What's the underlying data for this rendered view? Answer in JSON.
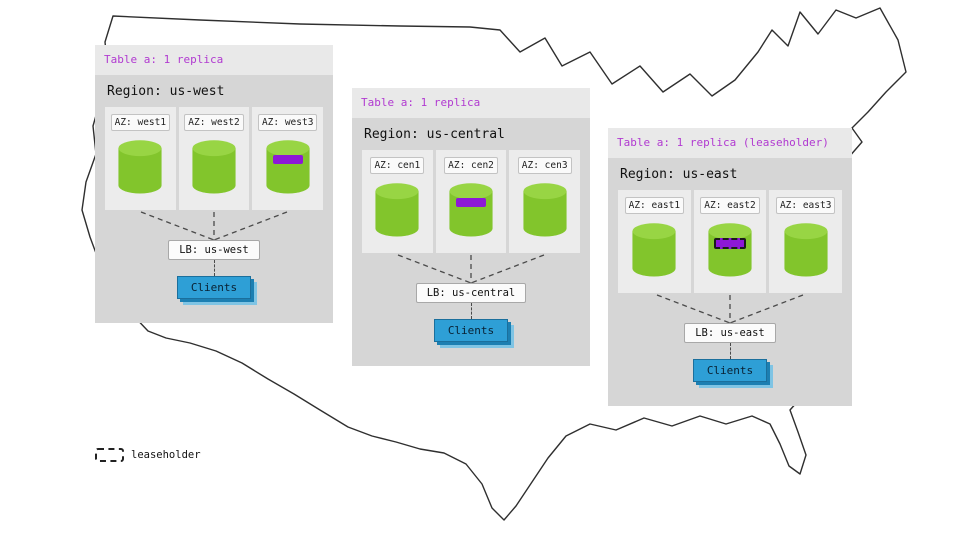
{
  "legend": {
    "label": "leaseholder"
  },
  "panels": [
    {
      "header": "Table a: 1 replica",
      "region_label": "Region: us-west",
      "azs": [
        {
          "label": "AZ: west1",
          "replica": false,
          "leaseholder": false
        },
        {
          "label": "AZ: west2",
          "replica": false,
          "leaseholder": false
        },
        {
          "label": "AZ: west3",
          "replica": true,
          "leaseholder": false
        }
      ],
      "lb_label": "LB: us-west",
      "clients_label": "Clients"
    },
    {
      "header": "Table a: 1 replica",
      "region_label": "Region: us-central",
      "azs": [
        {
          "label": "AZ: cen1",
          "replica": false,
          "leaseholder": false
        },
        {
          "label": "AZ: cen2",
          "replica": true,
          "leaseholder": false
        },
        {
          "label": "AZ: cen3",
          "replica": false,
          "leaseholder": false
        }
      ],
      "lb_label": "LB: us-central",
      "clients_label": "Clients"
    },
    {
      "header": "Table a: 1 replica (leaseholder)",
      "region_label": "Region: us-east",
      "azs": [
        {
          "label": "AZ: east1",
          "replica": false,
          "leaseholder": false
        },
        {
          "label": "AZ: east2",
          "replica": true,
          "leaseholder": true
        },
        {
          "label": "AZ: east3",
          "replica": false,
          "leaseholder": false
        }
      ],
      "lb_label": "LB: us-east",
      "clients_label": "Clients"
    }
  ],
  "colors": {
    "accent": "#b13ad1",
    "stripe": "#8d18d6",
    "green-body": "#82c52c",
    "green-top": "#98d544",
    "clients-blue": "#2e9fd6",
    "clients-shadow": "#1c7fb2",
    "map-stroke": "#2f2f2f"
  }
}
